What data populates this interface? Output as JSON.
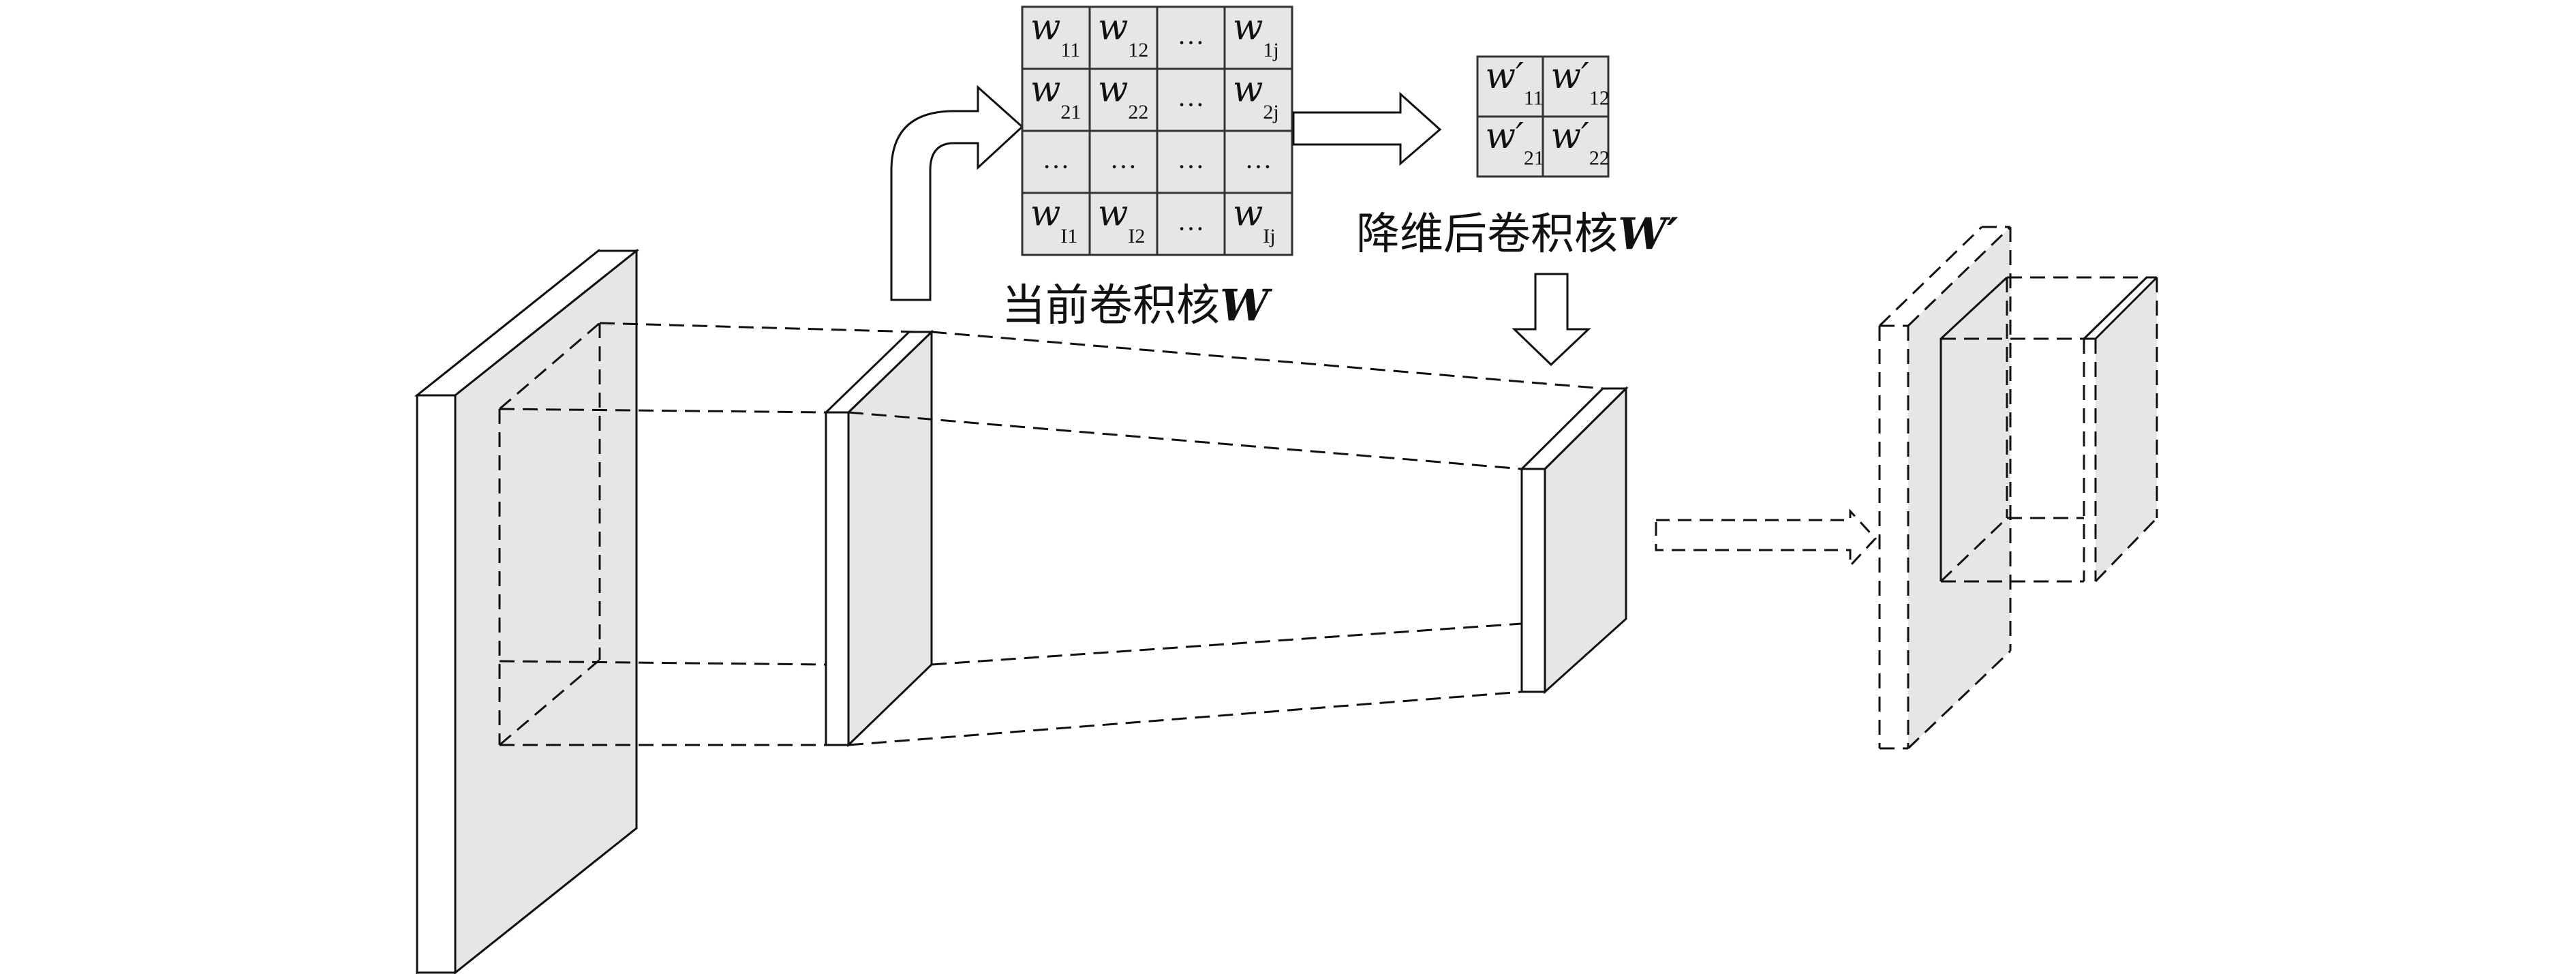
{
  "matrix_w": {
    "cells": [
      [
        "w|11",
        "w|12",
        "…",
        "w|1j"
      ],
      [
        "w|21",
        "w|22",
        "…",
        "w|2j"
      ],
      [
        "…",
        "…",
        "…",
        "…"
      ],
      [
        "w|I1",
        "w|I2",
        "…",
        "w|Ij"
      ]
    ]
  },
  "matrix_w_reduced": {
    "cells": [
      [
        "w′|11",
        "w′|12"
      ],
      [
        "w′|21",
        "w′|22"
      ]
    ]
  },
  "labels": {
    "current_kernel_text": "当前卷积核",
    "current_kernel_symbol": "W",
    "reduced_kernel_text": "降维后卷积核",
    "reduced_kernel_symbol": "W′"
  }
}
